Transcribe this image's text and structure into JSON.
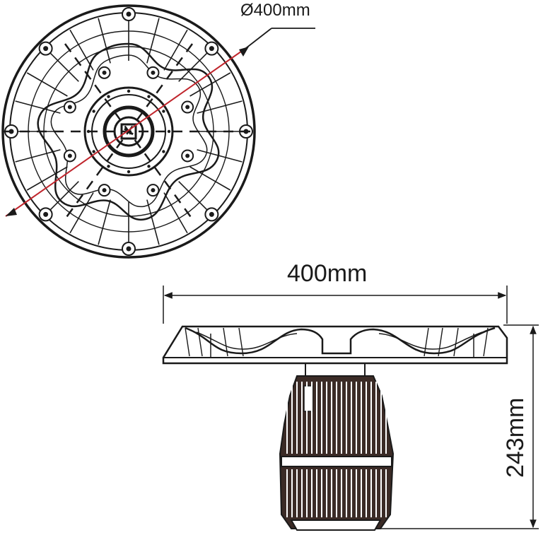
{
  "top_view": {
    "diameter_label": "Ø400mm",
    "leader_color": "#c0262d"
  },
  "side_view": {
    "width_label": "400mm",
    "height_label": "243mm"
  },
  "colors": {
    "ink": "#1a1a1a",
    "fixture_body": "#3b2b26",
    "background": "#ffffff"
  }
}
